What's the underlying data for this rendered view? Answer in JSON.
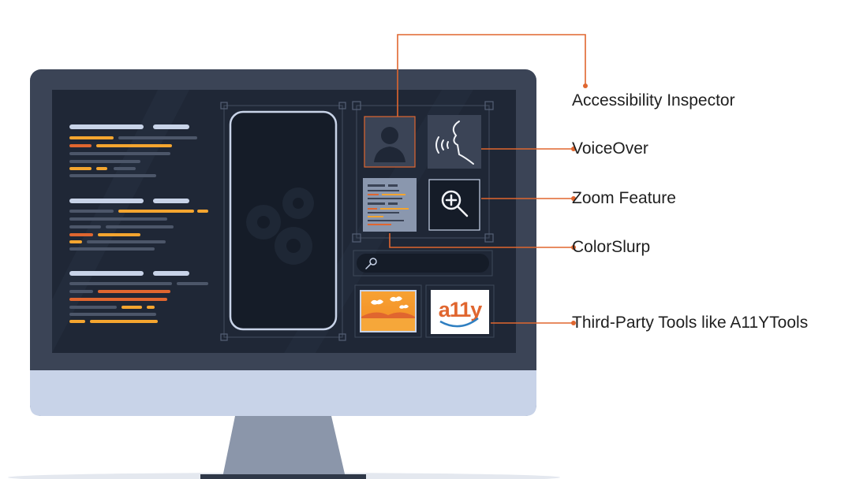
{
  "colors": {
    "accent": "#e0662f",
    "screen_dark": "#1f2736",
    "bezel": "#3b4456",
    "chin": "#c8d3e8"
  },
  "icons": {
    "profile": "user-icon",
    "voiceover": "voice-icon",
    "zoom": "magnifier-icon",
    "colorslurp": "code-thumbnail-icon",
    "search": "search-icon",
    "image": "image-icon",
    "a11y_logo": "a11y-logo-icon"
  },
  "labels": {
    "inspector": "Accessibility Inspector",
    "voiceover": "VoiceOver",
    "zoom": "Zoom Feature",
    "colorslurp": "ColorSlurp",
    "thirdparty": "Third-Party Tools like A11YTools"
  },
  "logo_text": "a11y"
}
